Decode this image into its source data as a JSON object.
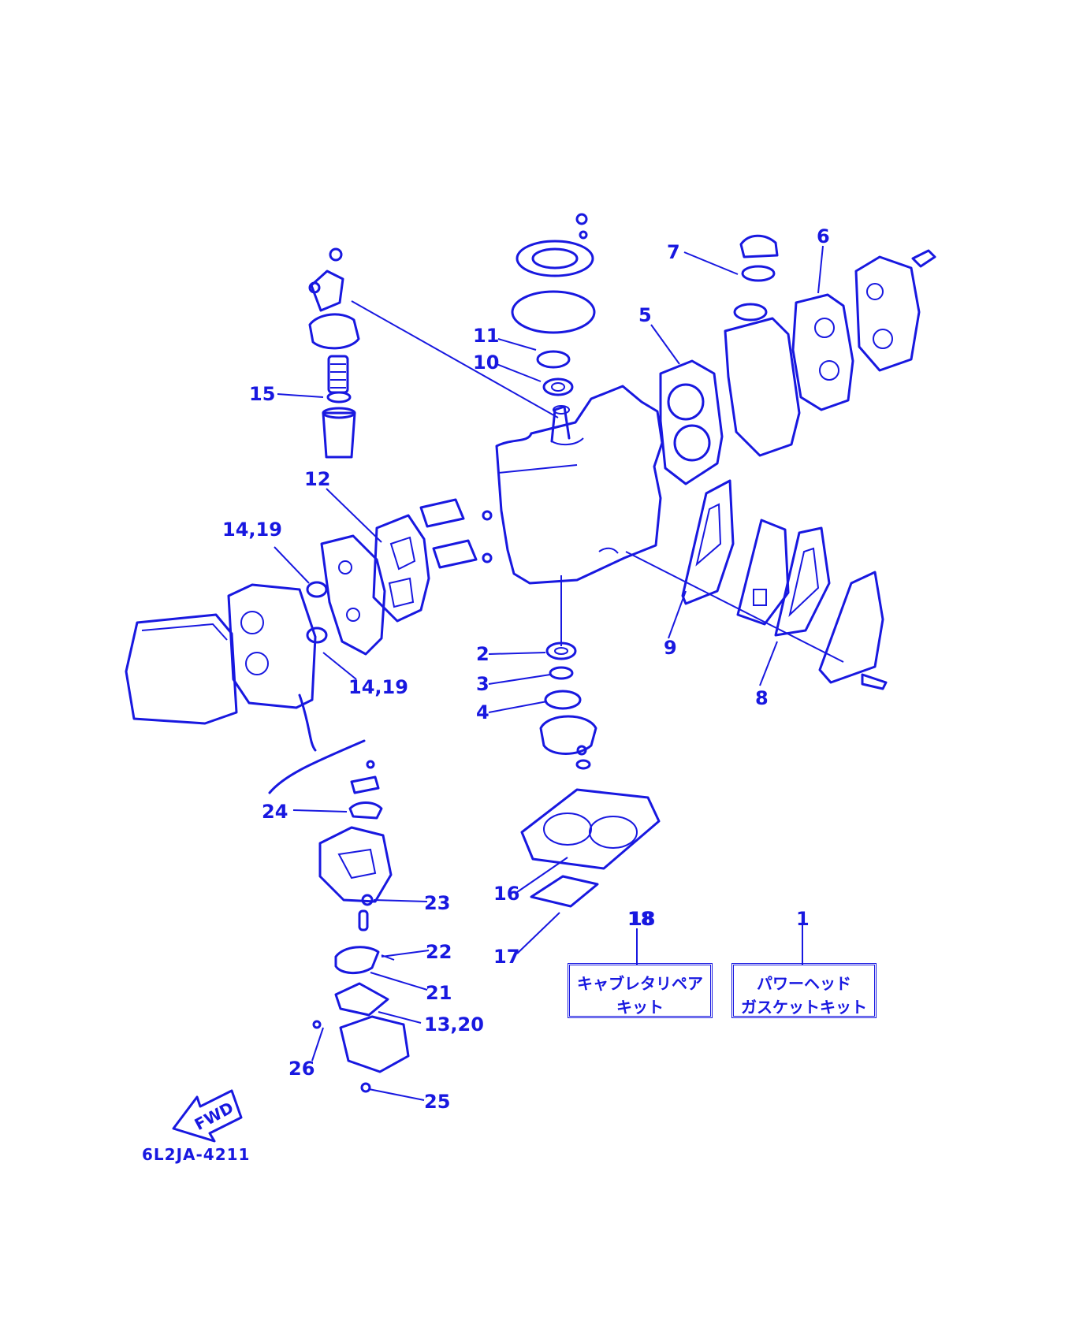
{
  "diagram": {
    "drawing_code": "6L2JA-4211",
    "fwd_label": "FWD",
    "callouts": [
      "1",
      "2",
      "3",
      "4",
      "5",
      "6",
      "7",
      "8",
      "9",
      "10",
      "11",
      "12",
      "13,20",
      "14,19",
      "14,19",
      "15",
      "16",
      "17",
      "18",
      "21",
      "22",
      "23",
      "24",
      "25",
      "26"
    ],
    "kits": [
      {
        "number": "18",
        "line1": "キャブレタリペア",
        "line2": "キット"
      },
      {
        "number": "1",
        "line1": "パワーヘッド",
        "line2": "ガスケットキット"
      }
    ],
    "ink_color": "#1818e0"
  }
}
